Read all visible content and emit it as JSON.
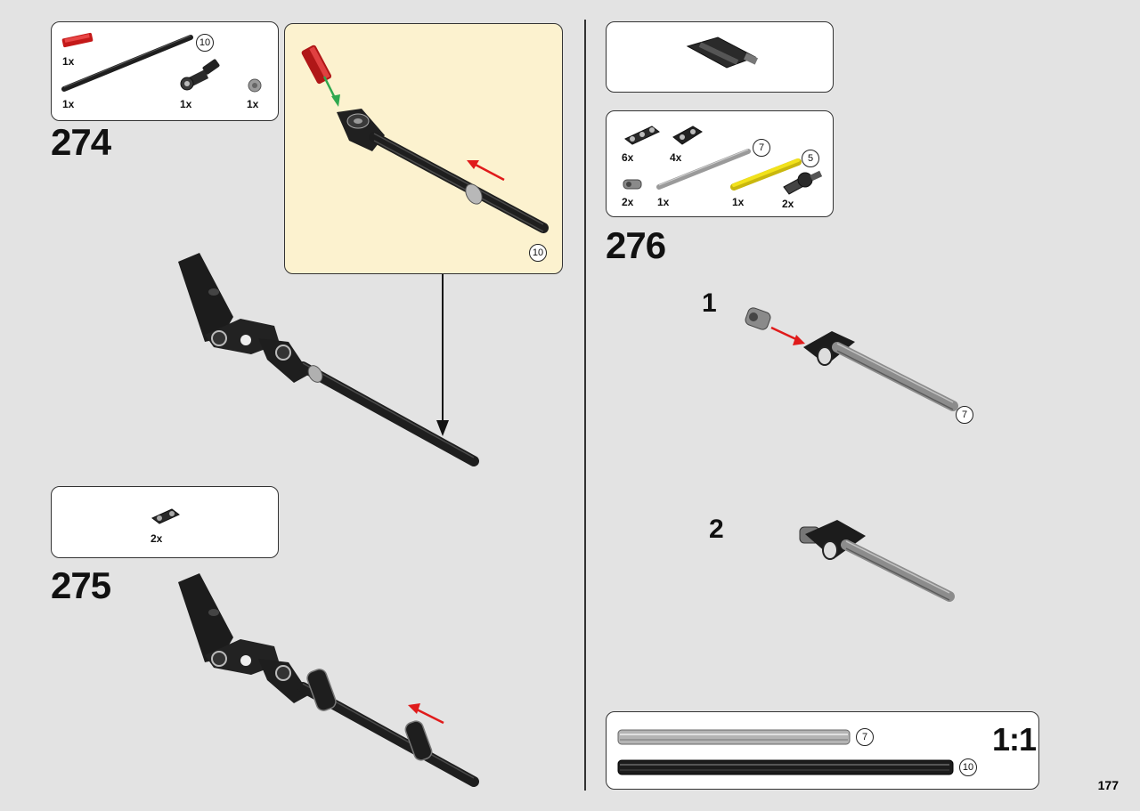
{
  "page_number": "177",
  "steps": {
    "s274": {
      "number": "274",
      "parts": {
        "red_pin": "1x",
        "long_axle": "1x",
        "axle_connector": "1x",
        "bush": "1x",
        "axle_length": "10"
      },
      "callout_axle_length": "10"
    },
    "s275": {
      "number": "275",
      "parts": {
        "connector": "2x"
      }
    },
    "s276": {
      "number": "276",
      "parts": {
        "connector_long": "6x",
        "connector_short": "4x",
        "grey_axle": "1x",
        "grey_axle_length": "7",
        "yellow_axle": "1x",
        "yellow_axle_length": "5",
        "grey_pin": "2x",
        "axle_joint": "2x"
      },
      "sub1": "1",
      "sub1_axle_length": "7",
      "sub2": "2"
    }
  },
  "scale_ruler": {
    "label": "1:1",
    "grey_axle_length": "7",
    "black_axle_length": "10"
  },
  "colors": {
    "background": "#e3e3e3",
    "callout": "#fcf2cf",
    "red_arrow": "#e01b1b",
    "green_arrow": "#2fa84f",
    "yellow_axle": "#f2e21b"
  }
}
